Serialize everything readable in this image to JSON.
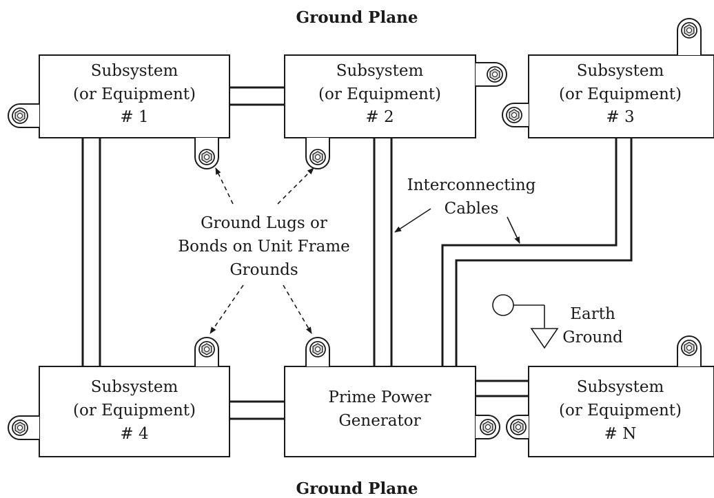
{
  "ground_plane_top": "Ground Plane",
  "ground_plane_bottom": "Ground Plane",
  "boxes": {
    "sub1": [
      "Subsystem",
      "(or Equipment)",
      "# 1"
    ],
    "sub2": [
      "Subsystem",
      "(or Equipment)",
      "# 2"
    ],
    "sub3": [
      "Subsystem",
      "(or Equipment)",
      "# 3"
    ],
    "sub4": [
      "Subsystem",
      "(or Equipment)",
      "# 4"
    ],
    "generator": [
      "Prime Power",
      "Generator"
    ],
    "subN": [
      "Subsystem",
      "(or Equipment)",
      "# N"
    ]
  },
  "labels": {
    "interconnecting_cables": [
      "Interconnecting",
      "Cables"
    ],
    "ground_lugs": [
      "Ground Lugs or",
      "Bonds on Unit Frame",
      "Grounds"
    ],
    "earth_ground": [
      "Earth",
      "Ground"
    ]
  }
}
